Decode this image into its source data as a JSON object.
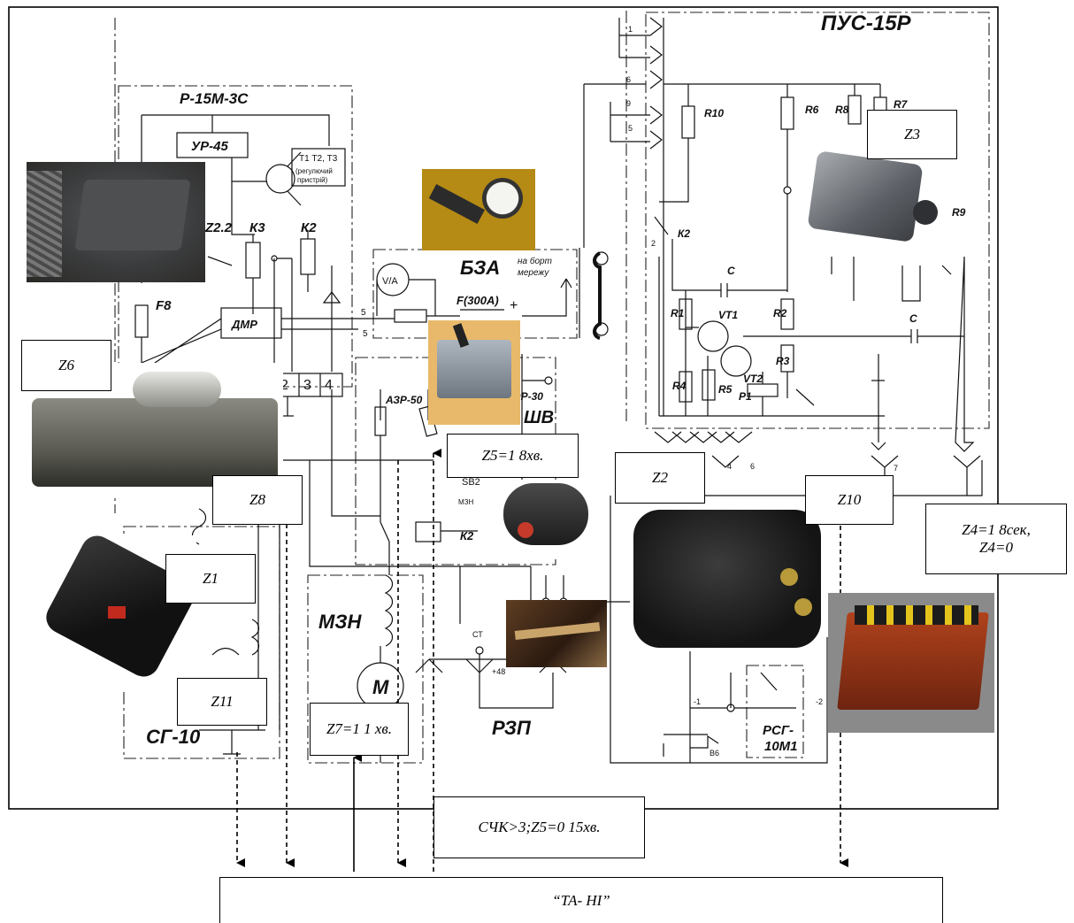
{
  "schematic_labels": {
    "pus": "ПУС-15Р",
    "r15": "Р-15М-3С",
    "ur45": "УР-45",
    "t123": "Т1 Т2, Т3",
    "t_note1": "(регулючий",
    "t_note2": "пристрій)",
    "z22": "Z2.2",
    "k3": "К3",
    "k2": "К2",
    "f8": "F8",
    "dmr": "ДМР",
    "bza": "БЗА",
    "onboard1": "на борт",
    "onboard2": "мережу",
    "va": "V/A",
    "fuse": "F(300A)",
    "plus": "+",
    "ahr30": "ЭР-30",
    "sv": "ШВ",
    "azr50": "АЗР-50",
    "sb2": "SB2",
    "mzn_small": "МЗН",
    "k2b": "К2",
    "mzn": "МЗН",
    "motor": "M",
    "rzp": "РЗП",
    "sg": "СГ-10",
    "rsg1": "РСГ-",
    "rsg2": "10М1",
    "r10": "R10",
    "r6": "R6",
    "r8": "R8",
    "r7": "R7",
    "r9": "R9",
    "k2c": "К2",
    "c1": "С",
    "c2": "С",
    "r1": "R1",
    "r2": "R2",
    "r3": "R3",
    "r4": "R4",
    "r5": "R5",
    "p1": "P1",
    "vt1": "VT1",
    "vt2": "VT2",
    "n2": "2",
    "n3": "3",
    "n4": "4",
    "n5": "5",
    "n5b": "5",
    "n1": "1",
    "n2b": "2",
    "n6": "6",
    "n7": "7",
    "n9": "9",
    "n4b": "4",
    "n6b": "6",
    "ct": "СТ",
    "plus48": "+48",
    "m1": "-1",
    "m2": "-2",
    "b6": "В6"
  },
  "boxes": {
    "z3": "Z3",
    "z6": "Z6",
    "z5": "Z5=1 8хв.",
    "z2": "Z2",
    "z10": "Z10",
    "z4a": "Z4=1  8сек,",
    "z4b": "Z4=0",
    "z8": "Z8",
    "z1": "Z1",
    "z11": "Z11",
    "z7": "Z7=1 1 хв.",
    "sck": "СЧК>3;Z5=0 15хв.",
    "ta": "“ТА- НІ”"
  }
}
